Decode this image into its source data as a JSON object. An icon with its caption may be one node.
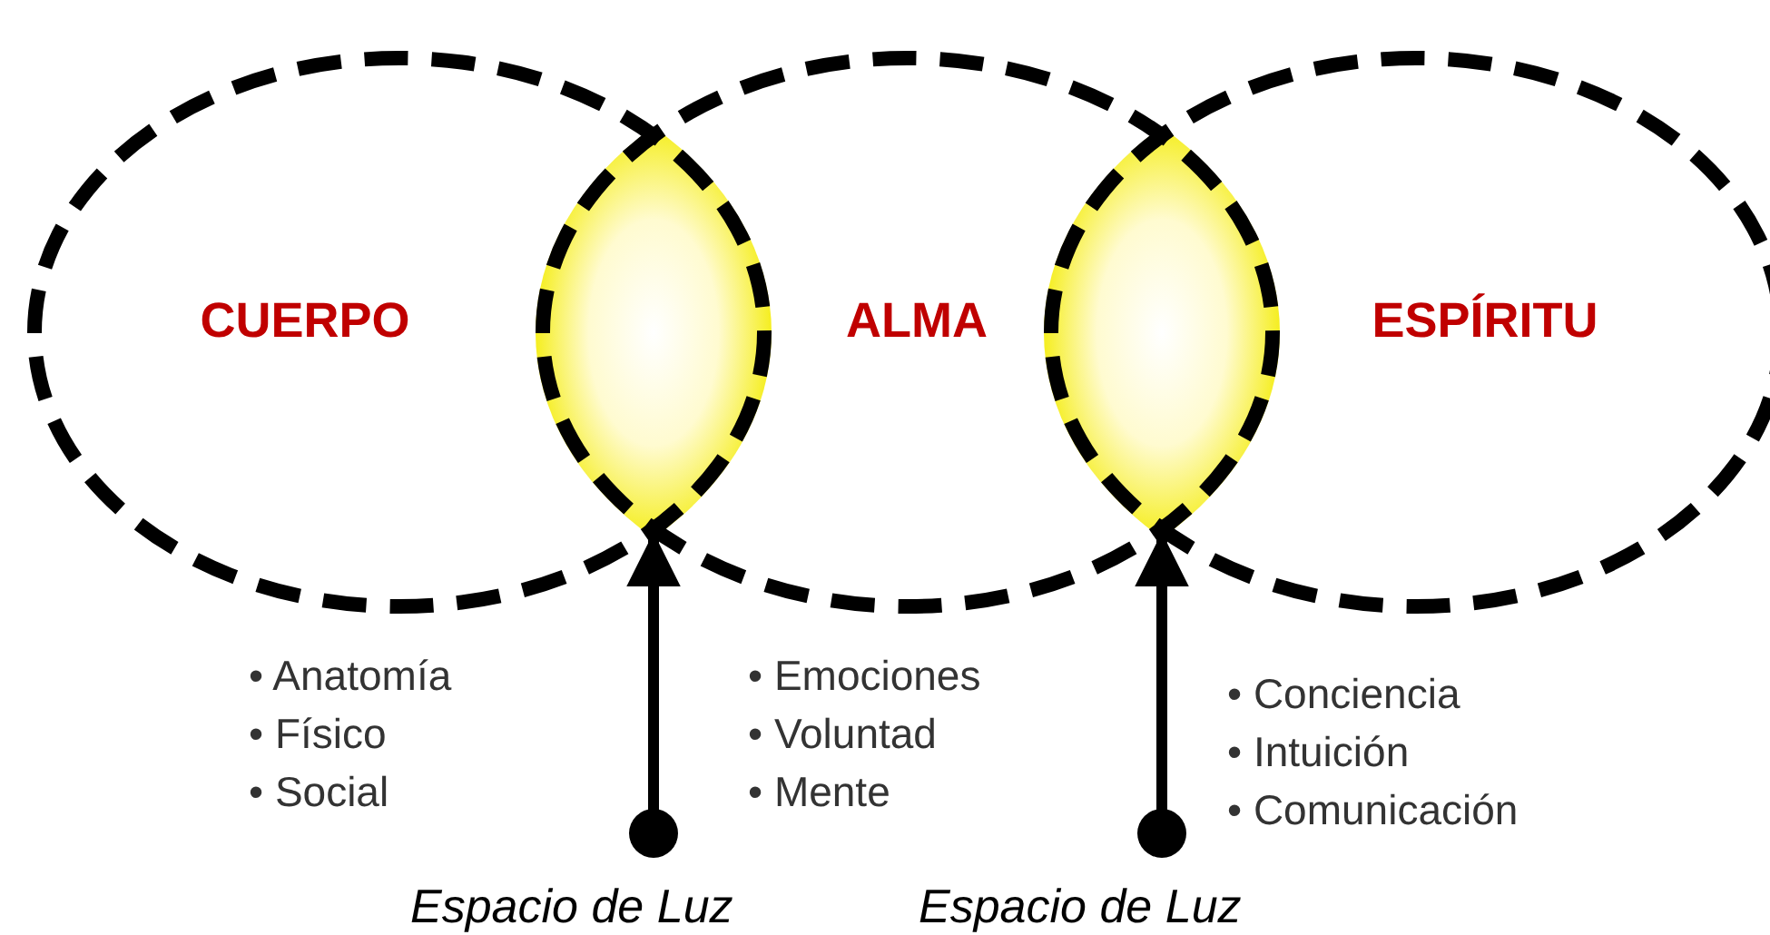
{
  "diagram": {
    "nodes": [
      {
        "text": [
          "CUERPO"
        ],
        "beside": [
          "• Anatomía",
          "• Físico",
          "• Social"
        ]
      },
      {
        "text": [
          "ALMA"
        ],
        "beside": [
          "• Emociones",
          "• Voluntad",
          "• Mente"
        ]
      },
      {
        "text": [
          "ESPÍRITU"
        ],
        "beside": [
          "• Conciencia",
          "• Intuición",
          "• Comunicación"
        ]
      },
      {
        "text": [],
        "shape": "lens"
      },
      {
        "text": [],
        "shape": "lens"
      },
      {
        "text": [
          "Espacio de Luz"
        ]
      },
      {
        "text": [
          "Espacio de Luz"
        ]
      }
    ],
    "edges": [
      {
        "from": 5,
        "to": 3,
        "arrow": "to"
      },
      {
        "from": 6,
        "to": 4,
        "arrow": "to"
      }
    ]
  }
}
